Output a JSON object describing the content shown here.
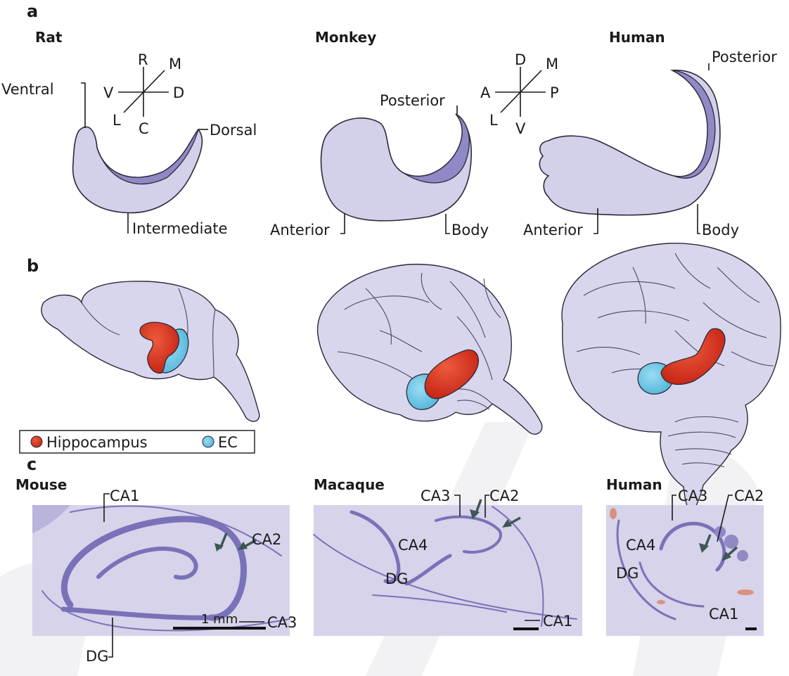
{
  "panels": {
    "a": {
      "label": "a",
      "rat": {
        "title": "Rat",
        "axes": {
          "top": "R",
          "diag_top": "M",
          "left": "V",
          "right": "D",
          "diag_bottom": "L",
          "bottom": "C"
        },
        "labels": {
          "ventral": "Ventral",
          "dorsal": "Dorsal",
          "intermediate": "Intermediate"
        }
      },
      "monkey": {
        "title": "Monkey",
        "labels": {
          "posterior": "Posterior",
          "anterior": "Anterior",
          "body": "Body"
        }
      },
      "human": {
        "title": "Human",
        "axes": {
          "top": "D",
          "diag_top": "M",
          "left": "A",
          "right": "P",
          "diag_bottom": "L",
          "bottom": "V"
        },
        "labels": {
          "posterior": "Posterior",
          "anterior": "Anterior",
          "body": "Body"
        }
      }
    },
    "b": {
      "label": "b",
      "legend": {
        "hippocampus": "Hippocampus",
        "ec": "EC"
      }
    },
    "c": {
      "label": "c",
      "mouse": {
        "title": "Mouse",
        "ca1": "CA1",
        "ca2": "CA2",
        "ca3": "CA3",
        "dg": "DG",
        "scale": "1 mm"
      },
      "macaque": {
        "title": "Macaque",
        "ca3": "CA3",
        "ca2": "CA2",
        "ca4": "CA4",
        "dg": "DG",
        "ca1": "CA1"
      },
      "human": {
        "title": "Human",
        "ca3": "CA3",
        "ca2": "CA2",
        "ca4": "CA4",
        "dg": "DG",
        "ca1": "CA1"
      }
    }
  },
  "colors": {
    "hippocampus": "#d9301e",
    "ec": "#6ec3e2",
    "tissue": "#d3d1ea",
    "tissue_dark": "#8f89c6",
    "arrow": "#3f5656"
  }
}
